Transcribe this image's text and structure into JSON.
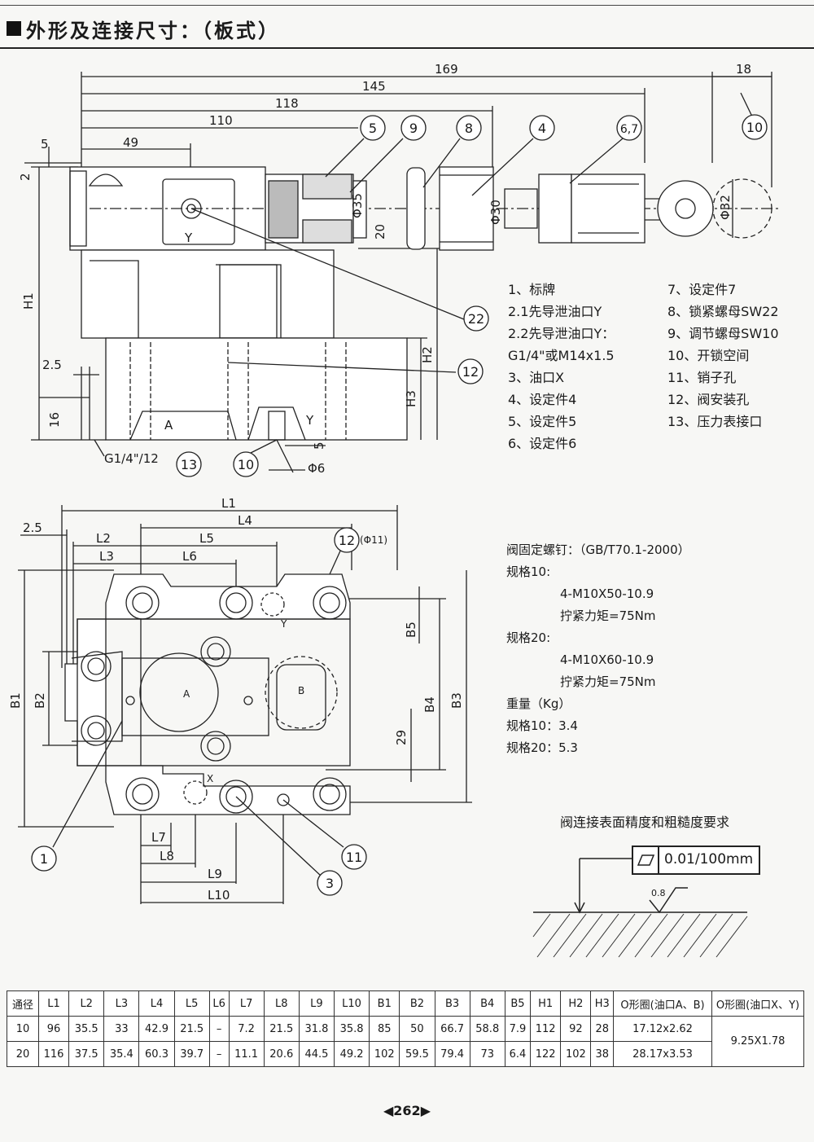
{
  "header": {
    "title": "外形及连接尺寸：（板式）"
  },
  "dims_top": {
    "d169": "169",
    "d145": "145",
    "d118": "118",
    "d110": "110",
    "d49": "49",
    "d5a": "5",
    "d18": "18",
    "d2": "2",
    "phi35": "Φ35",
    "d20": "20",
    "phi30": "Φ30",
    "phi32": "Φ32",
    "h1": "H1",
    "h2": "H2",
    "h3": "H3",
    "d25a": "2.5",
    "d16": "16",
    "g14": "G1/4\"/12",
    "d5b": "5",
    "phi6": "Φ6",
    "port_a": "A",
    "port_y": "Y",
    "port_y2": "Y"
  },
  "callouts": {
    "c5": "5",
    "c9": "9",
    "c8": "8",
    "c4": "4",
    "c67": "6,7",
    "c10a": "10",
    "c22": "22",
    "c12": "12",
    "c13": "13",
    "c10b": "10",
    "c12b": "12",
    "c12b_note": "(Φ11)",
    "c1": "1",
    "c11": "11",
    "c3": "3"
  },
  "legend_left": [
    "1、标牌",
    "2.1先导泄油口Y",
    "2.2先导泄油口Y：",
    "G1/4\"或M14x1.5",
    "3、油口X",
    "4、设定件4",
    "5、设定件5",
    "6、设定件6"
  ],
  "legend_right": [
    "7、设定件7",
    "8、锁紧螺母SW22",
    "9、调节螺母SW10",
    "10、开锁空间",
    "11、销子孔",
    "12、阀安装孔",
    "13、压力表接口"
  ],
  "dims_bottom": {
    "l1": "L1",
    "l4": "L4",
    "d25": "2.5",
    "l2": "L2",
    "l5": "L5",
    "l3": "L3",
    "l6": "L6",
    "b1": "B1",
    "b2": "B2",
    "b3": "B3",
    "b4": "B4",
    "b5": "B5",
    "d29": "29",
    "l7": "L7",
    "l8": "L8",
    "l9": "L9",
    "l10": "L10",
    "port_a": "A",
    "port_b": "B",
    "port_x": "X",
    "port_y": "Y"
  },
  "notes": [
    "阀固定螺钉：（GB/T70.1-2000）",
    "规格10:",
    "4-M10X50-10.9",
    "拧紧力矩=75Nm",
    "规格20:",
    "4-M10X60-10.9",
    "拧紧力矩=75Nm",
    "重量（Kg）",
    "规格10：3.4",
    "规格20：5.3"
  ],
  "roughness": {
    "title": "阀连接表面精度和粗糙度要求",
    "flatness": "0.01/100mm",
    "ra": "0.8"
  },
  "table": {
    "headers": [
      "通径",
      "L1",
      "L2",
      "L3",
      "L4",
      "L5",
      "L6",
      "L7",
      "L8",
      "L9",
      "L10",
      "B1",
      "B2",
      "B3",
      "B4",
      "B5",
      "H1",
      "H2",
      "H3",
      "O形圈(油口A、B)",
      "O形圈(油口X、Y)"
    ],
    "rows": [
      [
        "10",
        "96",
        "35.5",
        "33",
        "42.9",
        "21.5",
        "–",
        "7.2",
        "21.5",
        "31.8",
        "35.8",
        "85",
        "50",
        "66.7",
        "58.8",
        "7.9",
        "112",
        "92",
        "28",
        "17.12x2.62"
      ],
      [
        "20",
        "116",
        "37.5",
        "35.4",
        "60.3",
        "39.7",
        "–",
        "11.1",
        "20.6",
        "44.5",
        "49.2",
        "102",
        "59.5",
        "79.4",
        "73",
        "6.4",
        "122",
        "102",
        "38",
        "28.17x3.53"
      ]
    ],
    "oring_xy": "9.25X1.78"
  },
  "page_number": "◀262▶"
}
